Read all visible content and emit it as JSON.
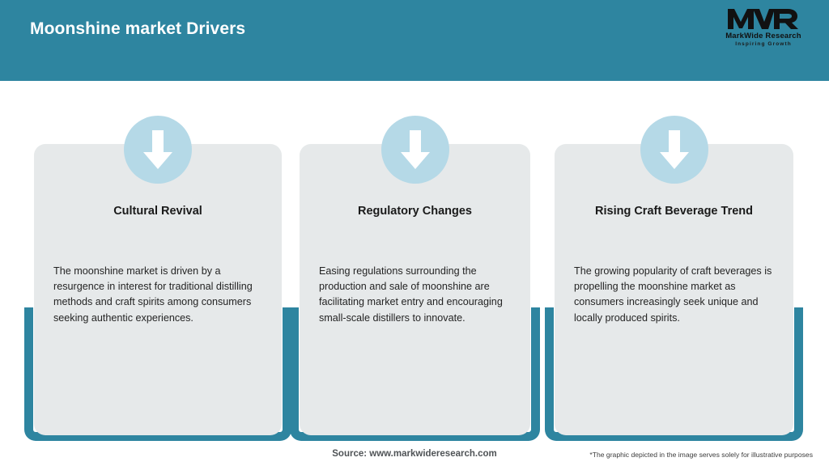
{
  "header": {
    "title": "Moonshine market Drivers",
    "bg_color": "#2e85a0",
    "logo": {
      "mark": "MWR",
      "name": "MarkWide Research",
      "tagline": "Inspiring Growth"
    }
  },
  "cards": [
    {
      "icon": "down-arrow-icon",
      "title": "Cultural Revival",
      "body": "The moonshine market is driven by a resurgence in interest for traditional distilling methods and craft spirits among consumers seeking authentic experiences."
    },
    {
      "icon": "down-arrow-icon",
      "title": "Regulatory Changes",
      "body": "Easing regulations surrounding the production and sale of moonshine are facilitating market entry and encouraging small-scale distillers to innovate."
    },
    {
      "icon": "down-arrow-icon",
      "title": "Rising Craft Beverage Trend",
      "body": "The growing popularity of craft beverages is propelling the moonshine market as consumers increasingly seek unique and locally produced spirits."
    }
  ],
  "footer": {
    "source": "Source: www.markwideresearch.com",
    "disclaimer": "*The graphic depicted in the image serves solely for illustrative purposes"
  },
  "colors": {
    "teal": "#2e85a0",
    "card_bg": "#e6e9ea",
    "circle": "#b5d9e7",
    "page_bg": "#ffffff"
  }
}
